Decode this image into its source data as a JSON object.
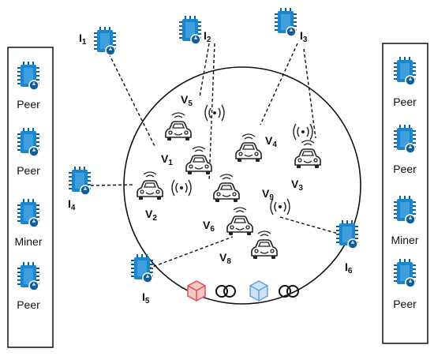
{
  "colors": {
    "chip": "#1a86cf",
    "chip_dark": "#0f5e98",
    "chip_light": "#5fb4ea",
    "line": "#111111",
    "cube_red": "#e05a5a",
    "cube_blue": "#6ea6dc"
  },
  "left_panel": {
    "items": [
      "Peer",
      "Peer",
      "Miner",
      "Peer"
    ]
  },
  "right_panel": {
    "items": [
      "Peer",
      "Peer",
      "Miner",
      "Peer"
    ]
  },
  "intersections": [
    {
      "id": "I1",
      "base": "I",
      "sub": "1"
    },
    {
      "id": "I2",
      "base": "I",
      "sub": "2"
    },
    {
      "id": "I3",
      "base": "I",
      "sub": "3"
    },
    {
      "id": "I4",
      "base": "I",
      "sub": "4"
    },
    {
      "id": "I5",
      "base": "I",
      "sub": "5"
    },
    {
      "id": "I6",
      "base": "I",
      "sub": "6"
    }
  ],
  "vehicles": [
    {
      "id": "V1",
      "base": "V",
      "sub": "1"
    },
    {
      "id": "V2",
      "base": "V",
      "sub": "2"
    },
    {
      "id": "V3",
      "base": "V",
      "sub": "3"
    },
    {
      "id": "V4",
      "base": "V",
      "sub": "4"
    },
    {
      "id": "V5",
      "base": "V",
      "sub": "5"
    },
    {
      "id": "V6",
      "base": "V",
      "sub": "6"
    },
    {
      "id": "V8",
      "base": "V",
      "sub": "8"
    },
    {
      "id": "V9",
      "base": "V",
      "sub": "9"
    }
  ],
  "icons": {
    "chip": "microchip-icon",
    "car": "car-icon",
    "signal": "wireless-signal-icon",
    "cube_red": "red-cube-icon",
    "cube_blue": "blue-cube-icon",
    "link": "chain-link-icon"
  }
}
